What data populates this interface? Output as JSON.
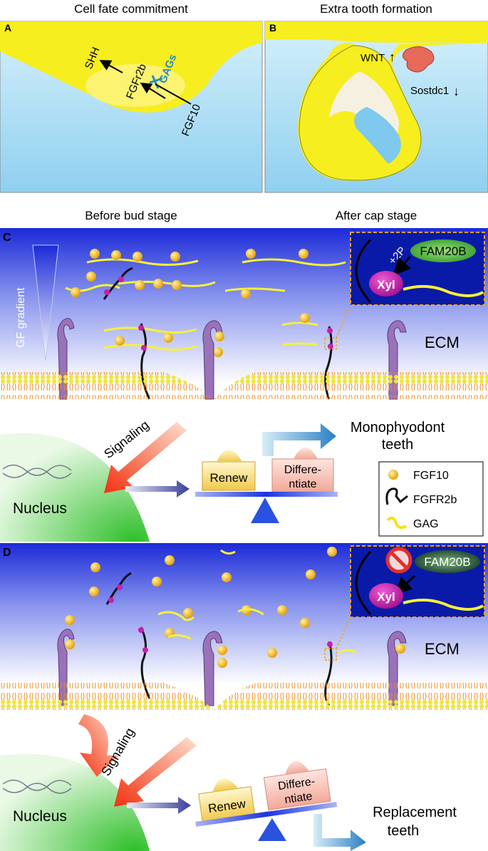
{
  "panel_a": {
    "letter": "A",
    "title": "Cell fate commitment",
    "shh": "SHH",
    "fgfr2b": "FGFr2b",
    "gags": "GAGs",
    "fgf10": "FGF10"
  },
  "panel_b": {
    "letter": "B",
    "title": "Extra tooth formation",
    "wnt": "WNT",
    "sostdc1": "Sostdc1"
  },
  "stage_left": "Before bud stage",
  "stage_right": "After cap stage",
  "panel_c": {
    "letter": "C",
    "gradient": "GF gradient",
    "ecm": "ECM",
    "plus2p": "+2P",
    "fam20b": "FAM20B",
    "xyl": "Xyl",
    "signaling": "Signaling",
    "nucleus": "Nucleus",
    "renew": "Renew",
    "differentiate_1": "Differe-",
    "differentiate_2": "ntiate",
    "outcome_1": "Monophyodont",
    "outcome_2": "teeth"
  },
  "legend": {
    "fgf10": "FGF10",
    "fgfr2b": "FGFR2b",
    "gag": "GAG"
  },
  "panel_d": {
    "letter": "D",
    "ecm": "ECM",
    "fam20b": "FAM20B",
    "xyl": "Xyl",
    "signaling": "Signaling",
    "nucleus": "Nucleus",
    "renew": "Renew",
    "differentiate_1": "Differe-",
    "differentiate_2": "ntiate",
    "outcome_1": "Replacement",
    "outcome_2": "teeth"
  },
  "colors": {
    "epithelium": "#f7ee1f",
    "mesenchyme": "#bfe6f7",
    "ecm_top": "#1b2fd6",
    "receptor": "#9a72b8",
    "xyl": "#c71fb0",
    "fam20b": "#3fae3a",
    "fgf10": "#f2b300",
    "gag": "#f7f03a",
    "nucleus": "#4fc94a",
    "signal_arrow": "#f2421b"
  }
}
